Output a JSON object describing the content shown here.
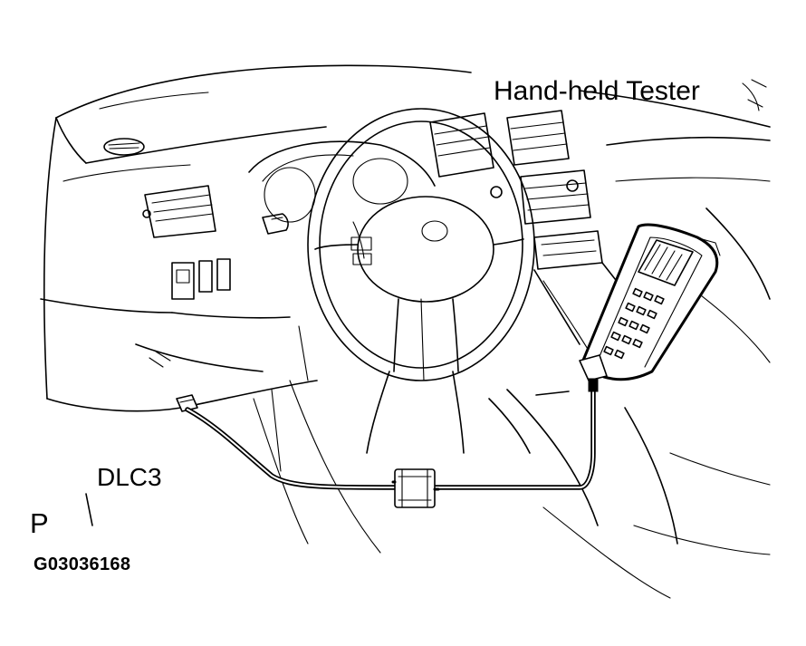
{
  "labels": {
    "hand_held_tester": "Hand-held Tester",
    "dlc3": "DLC3",
    "p_mark": "P",
    "figure_code": "G03036168"
  }
}
